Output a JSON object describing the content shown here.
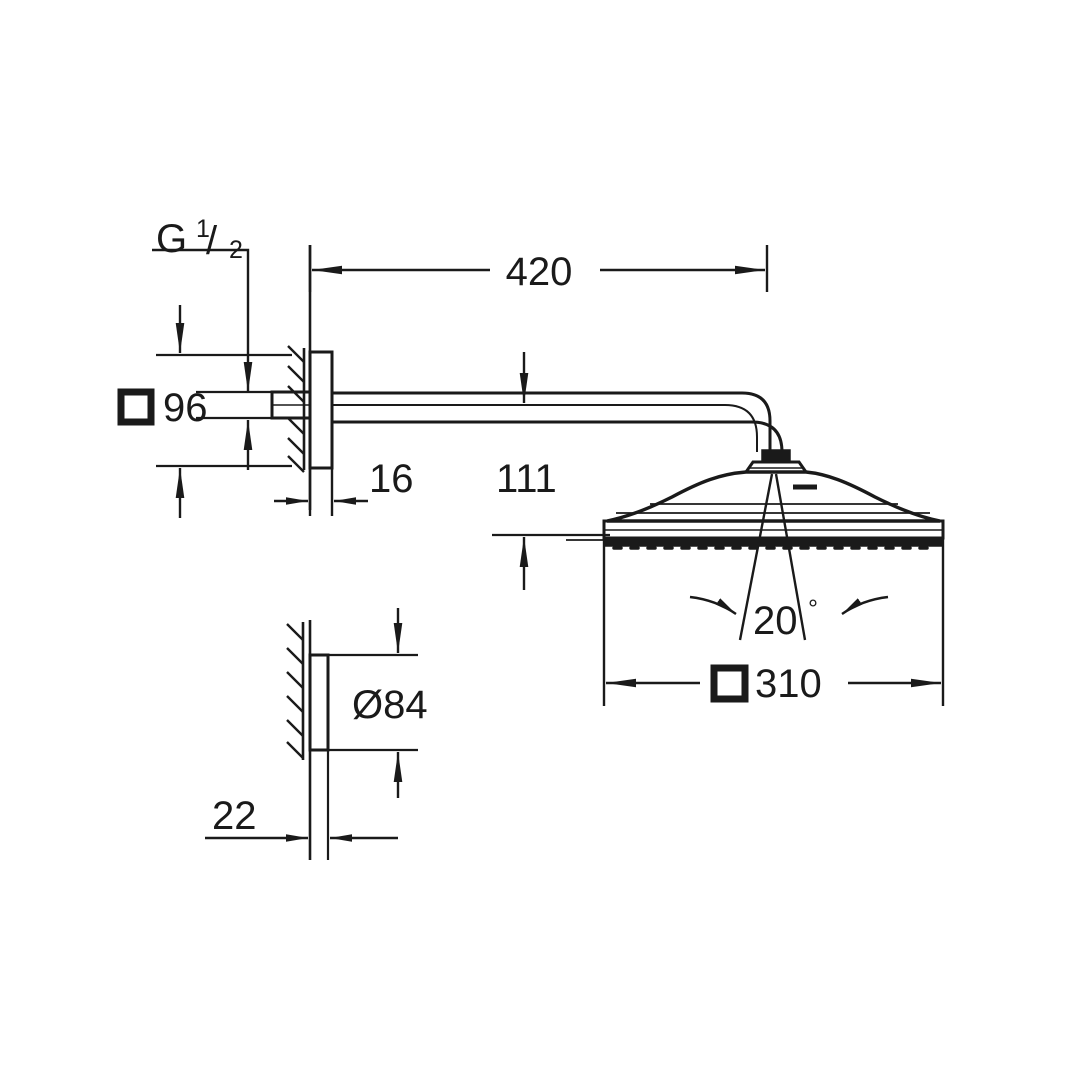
{
  "drawing": {
    "title": "Shower head with wall arm technical dimension drawing",
    "units": "mm",
    "line_color": "#1a1a1a",
    "background_color": "#ffffff",
    "views": [
      {
        "name": "main-side-view",
        "label": ""
      },
      {
        "name": "wall-bracket-detail-view",
        "label": ""
      }
    ],
    "dimensions": {
      "thread": {
        "label_main": "G",
        "label_numerator": "1",
        "label_slash": "/",
        "label_denominator": "2",
        "full": "G 1/2"
      },
      "flange_height": {
        "symbol": "square",
        "value": "96"
      },
      "flange_depth": {
        "value": "16"
      },
      "arm_length": {
        "value": "420"
      },
      "drop_height": {
        "value": "111"
      },
      "spray_angle": {
        "value": "20",
        "unit": "°"
      },
      "head_width": {
        "symbol": "square",
        "value": "310"
      },
      "bracket_diameter": {
        "symbol": "diameter",
        "prefix": "Ø",
        "value": "84",
        "full": "Ø84"
      },
      "bracket_depth": {
        "value": "22"
      }
    }
  },
  "labels": {
    "thread_g": "G",
    "thread_num": "1",
    "thread_slash": "/",
    "thread_den": "2",
    "dim_96": "96",
    "dim_16": "16",
    "dim_420": "420",
    "dim_111": "111",
    "dim_20": "20",
    "dim_20_unit": "°",
    "dim_310": "310",
    "dim_d84": "Ø84",
    "dim_22": "22"
  }
}
